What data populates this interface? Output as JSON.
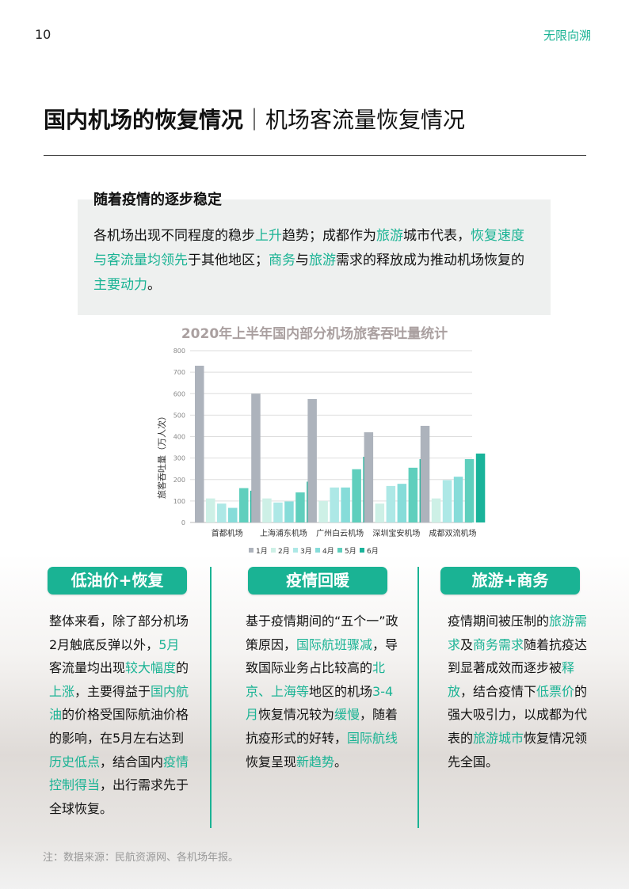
{
  "header": {
    "page_number": "10",
    "brand": "无限向溯"
  },
  "title": {
    "main": "国内机场的恢复情况",
    "separator": "｜",
    "sub": "机场客流量恢复情况"
  },
  "summary": {
    "heading": "随着疫情的逐步稳定",
    "segments": [
      {
        "t": "各机场出现不同程度的稳步",
        "h": false
      },
      {
        "t": "上升",
        "h": true
      },
      {
        "t": "趋势；成都作为",
        "h": false
      },
      {
        "t": "旅游",
        "h": true
      },
      {
        "t": "城市代表，",
        "h": false
      },
      {
        "t": "恢复速度与客流量均领先",
        "h": true
      },
      {
        "t": "于其他地区；",
        "h": false
      },
      {
        "t": "商务",
        "h": true
      },
      {
        "t": "与",
        "h": false
      },
      {
        "t": "旅游",
        "h": true
      },
      {
        "t": "需求的释放成为推动机场恢复的",
        "h": false
      },
      {
        "t": "主要动力",
        "h": true
      },
      {
        "t": "。",
        "h": false
      }
    ]
  },
  "chart_data": {
    "type": "bar",
    "title": "2020年上半年国内部分机场旅客吞吐量统计",
    "ylabel": "旅客吞吐量（万人次）",
    "xlabel": "",
    "ylim": [
      0,
      800
    ],
    "yticks": [
      "0",
      "100",
      "200",
      "300",
      "400",
      "500",
      "600",
      "700",
      "800"
    ],
    "grid": true,
    "legend": "bottom",
    "categories": [
      "首都机场",
      "上海浦东机场",
      "广州白云机场",
      "深圳宝安机场",
      "成都双流机场"
    ],
    "series": [
      {
        "name": "1月",
        "color": "#adb3bc",
        "values": [
          730,
          600,
          575,
          420,
          450
        ]
      },
      {
        "name": "2月",
        "color": "#cdf0e6",
        "values": [
          112,
          112,
          100,
          88,
          112
        ]
      },
      {
        "name": "3月",
        "color": "#ade8e6",
        "values": [
          88,
          93,
          163,
          170,
          197
        ]
      },
      {
        "name": "4月",
        "color": "#86dcd9",
        "values": [
          68,
          98,
          163,
          180,
          213
        ]
      },
      {
        "name": "5月",
        "color": "#5fcfbd",
        "values": [
          160,
          140,
          248,
          255,
          295
        ]
      },
      {
        "name": "6月",
        "color": "#1ab39a",
        "values": [
          148,
          190,
          306,
          295,
          321
        ]
      }
    ]
  },
  "columns": [
    {
      "label": "低油价+恢复",
      "segments": [
        {
          "t": "整体来看，除了部分机场2月触底反弹以外，",
          "h": false
        },
        {
          "t": "5月",
          "h": true
        },
        {
          "t": "客流量均出现",
          "h": false
        },
        {
          "t": "较大幅度",
          "h": true
        },
        {
          "t": "的",
          "h": false
        },
        {
          "t": "上涨",
          "h": true
        },
        {
          "t": "，主要得益于",
          "h": false
        },
        {
          "t": "国内航油",
          "h": true
        },
        {
          "t": "的价格受国际航油价格的影响，在5月左右达到",
          "h": false
        },
        {
          "t": "历史低点",
          "h": true
        },
        {
          "t": "，结合国内",
          "h": false
        },
        {
          "t": "疫情控制得当",
          "h": true
        },
        {
          "t": "，出行需求先于全球恢复。",
          "h": false
        }
      ]
    },
    {
      "label": "疫情回暖",
      "segments": [
        {
          "t": "基于疫情期间的“五个一”政策原因，",
          "h": false
        },
        {
          "t": "国际航班骤减",
          "h": true
        },
        {
          "t": "，导致国际业务占比较高的",
          "h": false
        },
        {
          "t": "北京、上海等",
          "h": true
        },
        {
          "t": "地区的机场",
          "h": false
        },
        {
          "t": "3-4月",
          "h": true
        },
        {
          "t": "恢复情况较为",
          "h": false
        },
        {
          "t": "缓慢",
          "h": true
        },
        {
          "t": "，随着抗疫形式的好转，",
          "h": false
        },
        {
          "t": "国际航线",
          "h": true
        },
        {
          "t": "恢复呈现",
          "h": false
        },
        {
          "t": "新趋势",
          "h": true
        },
        {
          "t": "。",
          "h": false
        }
      ]
    },
    {
      "label": "旅游+商务",
      "segments": [
        {
          "t": "疫情期间被压制的",
          "h": false
        },
        {
          "t": "旅游需求",
          "h": true
        },
        {
          "t": "及",
          "h": false
        },
        {
          "t": "商务需求",
          "h": true
        },
        {
          "t": "随着抗疫达到显著成效而逐步被",
          "h": false
        },
        {
          "t": "释放",
          "h": true
        },
        {
          "t": "，结合疫情下",
          "h": false
        },
        {
          "t": "低票价",
          "h": true
        },
        {
          "t": "的强大吸引力，以成都为代表的",
          "h": false
        },
        {
          "t": "旅游城市",
          "h": true
        },
        {
          "t": "恢复情况领先全国。",
          "h": false
        }
      ]
    }
  ],
  "footnote": "注：数据来源：民航资源网、各机场年报。"
}
